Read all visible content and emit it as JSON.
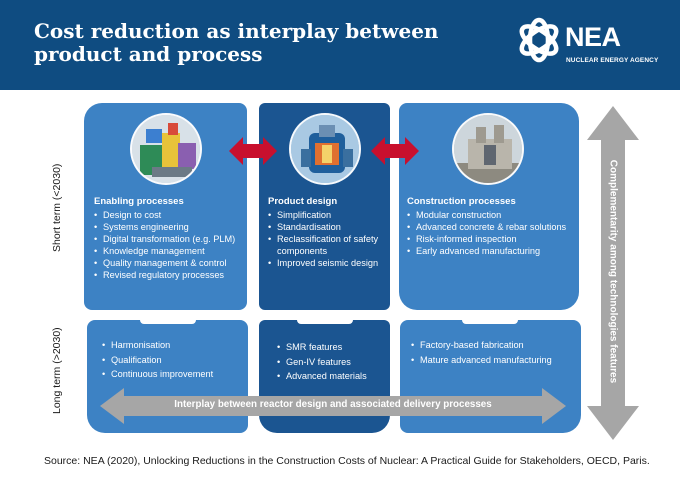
{
  "header": {
    "title": "Cost reduction as interplay between product and process"
  },
  "logo": {
    "name": "NEA",
    "subtitle": "NUCLEAR ENERGY AGENCY"
  },
  "axes": {
    "short_term": "Short term (<2030)",
    "long_term": "Long term (>2030)"
  },
  "columns": [
    {
      "title": "Enabling processes",
      "short_items": [
        "Design to cost",
        "Systems engineering",
        "Digital transformation (e.g. PLM)",
        "Knowledge management",
        "Quality management & control",
        "Revised regulatory processes"
      ],
      "long_items": [
        "Harmonisation",
        "Qualification",
        "Continuous improvement"
      ]
    },
    {
      "title": "Product design",
      "short_items": [
        "Simplification",
        "Standardisation",
        "Reclassification of safety components",
        "Improved seismic design"
      ],
      "long_items": [
        "SMR features",
        "Gen-IV features",
        "Advanced materials"
      ]
    },
    {
      "title": "Construction processes",
      "short_items": [
        "Modular construction",
        "Advanced concrete & rebar solutions",
        "Risk-informed inspection",
        "Early advanced manufacturing"
      ],
      "long_items": [
        "Factory-based fabrication",
        "Mature advanced manufacturing"
      ]
    }
  ],
  "vertical_arrow_label": "Complementarity among technologies features",
  "horizontal_arrow_label": "Interplay between reactor design and associated delivery processes",
  "source": "Source: NEA (2020), Unlocking Reductions in the Construction Costs of Nuclear: A Practical Guide for Stakeholders, OECD, Paris.",
  "colors": {
    "header": "#0f4c81",
    "box_light": "#3d82c4",
    "box_dark": "#1b5591",
    "arrow_grey": "#a6a6a6",
    "red_arrow": "#c8102e"
  }
}
